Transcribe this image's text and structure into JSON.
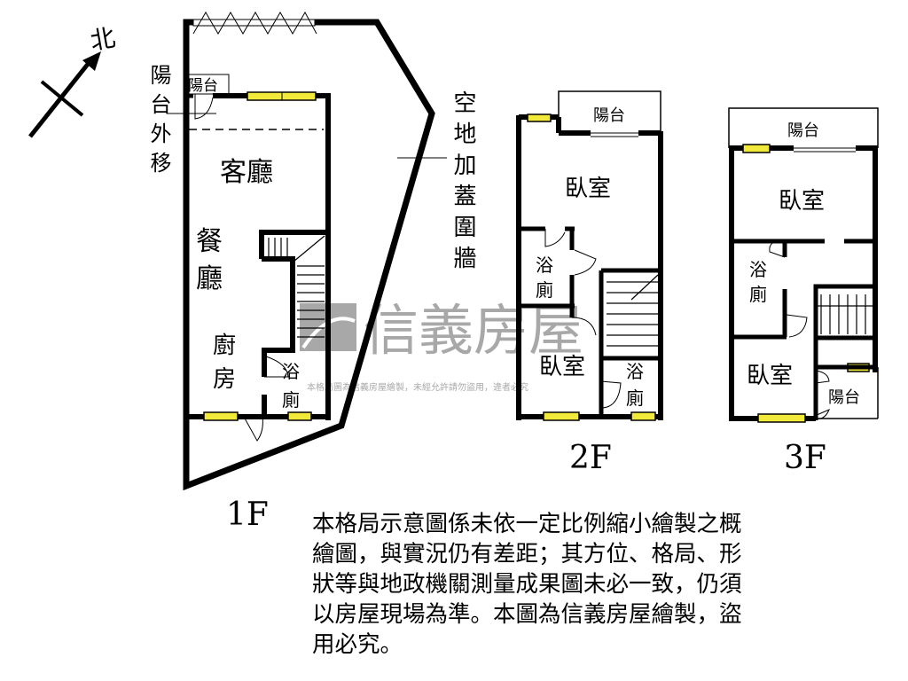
{
  "compass": {
    "label": "北"
  },
  "floor1": {
    "title": "1F",
    "balcony_move": "陽台外移",
    "balcony": "陽台",
    "living": "客廳",
    "dining": "餐廳",
    "kitchen": "廚房",
    "bath": "浴廁",
    "extension": "空地加蓋圍牆"
  },
  "floor2": {
    "title": "2F",
    "balcony": "陽台",
    "bedroom1": "臥室",
    "bedroom2": "臥室",
    "bath1": "浴廁",
    "bath2": "浴廁"
  },
  "floor3": {
    "title": "3F",
    "balcony1": "陽台",
    "balcony2": "陽台",
    "bedroom1": "臥室",
    "bedroom2": "臥室",
    "bath": "浴廁"
  },
  "watermark": {
    "brand": "信義房屋",
    "notice": "本格局圖為信義房屋繪製，未經允許請勿盜用，違者必究"
  },
  "disclaimer": {
    "lines": [
      "本格局示意圖係未依一定比例縮小繪製之概",
      "繪圖，與實況仍有差距；其方位、格局、形",
      "狀等與地政機關測量成果圖未必一致，仍須",
      "以房屋現場為準。本圖為信義房屋繪製，盜",
      "用必究。"
    ]
  },
  "colors": {
    "window": "#f2ea3a",
    "wall": "#000000",
    "watermark": "#9a9a9a"
  }
}
